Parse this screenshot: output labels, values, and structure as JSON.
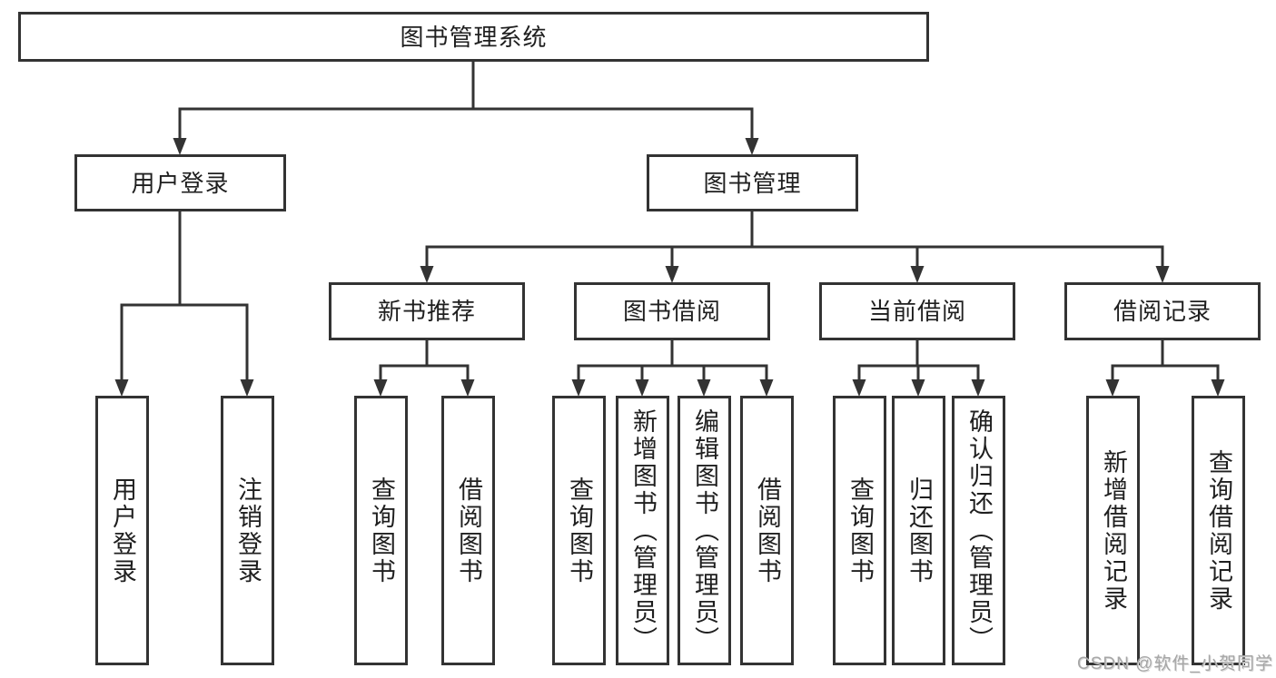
{
  "diagram_title": "图书管理系统",
  "tree": {
    "root": {
      "label": "图书管理系统"
    },
    "branches": [
      {
        "label": "用户登录",
        "leaves": [
          {
            "label": "用户登录"
          },
          {
            "label": "注销登录"
          }
        ]
      },
      {
        "label": "图书管理",
        "groups": [
          {
            "label": "新书推荐",
            "leaves": [
              {
                "label": "查询图书"
              },
              {
                "label": "借阅图书"
              }
            ]
          },
          {
            "label": "图书借阅",
            "leaves": [
              {
                "label": "查询图书"
              },
              {
                "label": "新增图书（管理员）"
              },
              {
                "label": "编辑图书（管理员）"
              },
              {
                "label": "借阅图书"
              }
            ]
          },
          {
            "label": "当前借阅",
            "leaves": [
              {
                "label": "查询图书"
              },
              {
                "label": "归还图书"
              },
              {
                "label": "确认归还（管理员）"
              }
            ]
          },
          {
            "label": "借阅记录",
            "leaves": [
              {
                "label": "新增借阅记录"
              },
              {
                "label": "查询借阅记录"
              }
            ]
          }
        ]
      }
    ]
  },
  "watermark": {
    "text": "CSDN @软件_小贺同学"
  },
  "colors": {
    "line": "#333333",
    "box_border": "#333333",
    "text": "#1f1f1f",
    "watermark": "#a6a6a6",
    "background": "#ffffff"
  }
}
